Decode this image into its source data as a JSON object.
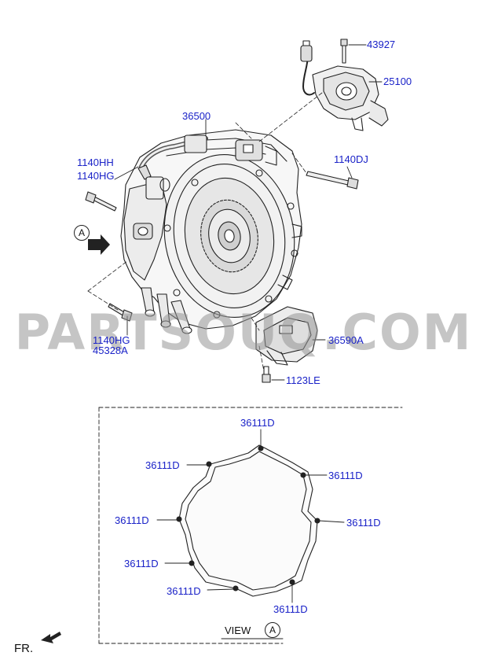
{
  "watermark": "PARTSOUQ.COM",
  "callouts": {
    "c43927": "43927",
    "c25100": "25100",
    "c36500": "36500",
    "c1140dj": "1140DJ",
    "c1140hh": "1140HH",
    "c1140hg_top": "1140HG",
    "c1140hg_bottom": "1140HG",
    "c45328a": "45328A",
    "c36590a": "36590A",
    "c1123le": "1123LE",
    "gasket": [
      "36111D",
      "36111D",
      "36111D",
      "36111D",
      "36111D",
      "36111D",
      "36111D",
      "36111D"
    ]
  },
  "view_marker": "A",
  "view_label": "VIEW",
  "view_marker_bottom": "A",
  "front_label": "FR.",
  "colors": {
    "label": "#1a22c8",
    "line": "#222222",
    "watermark": "#969696"
  }
}
